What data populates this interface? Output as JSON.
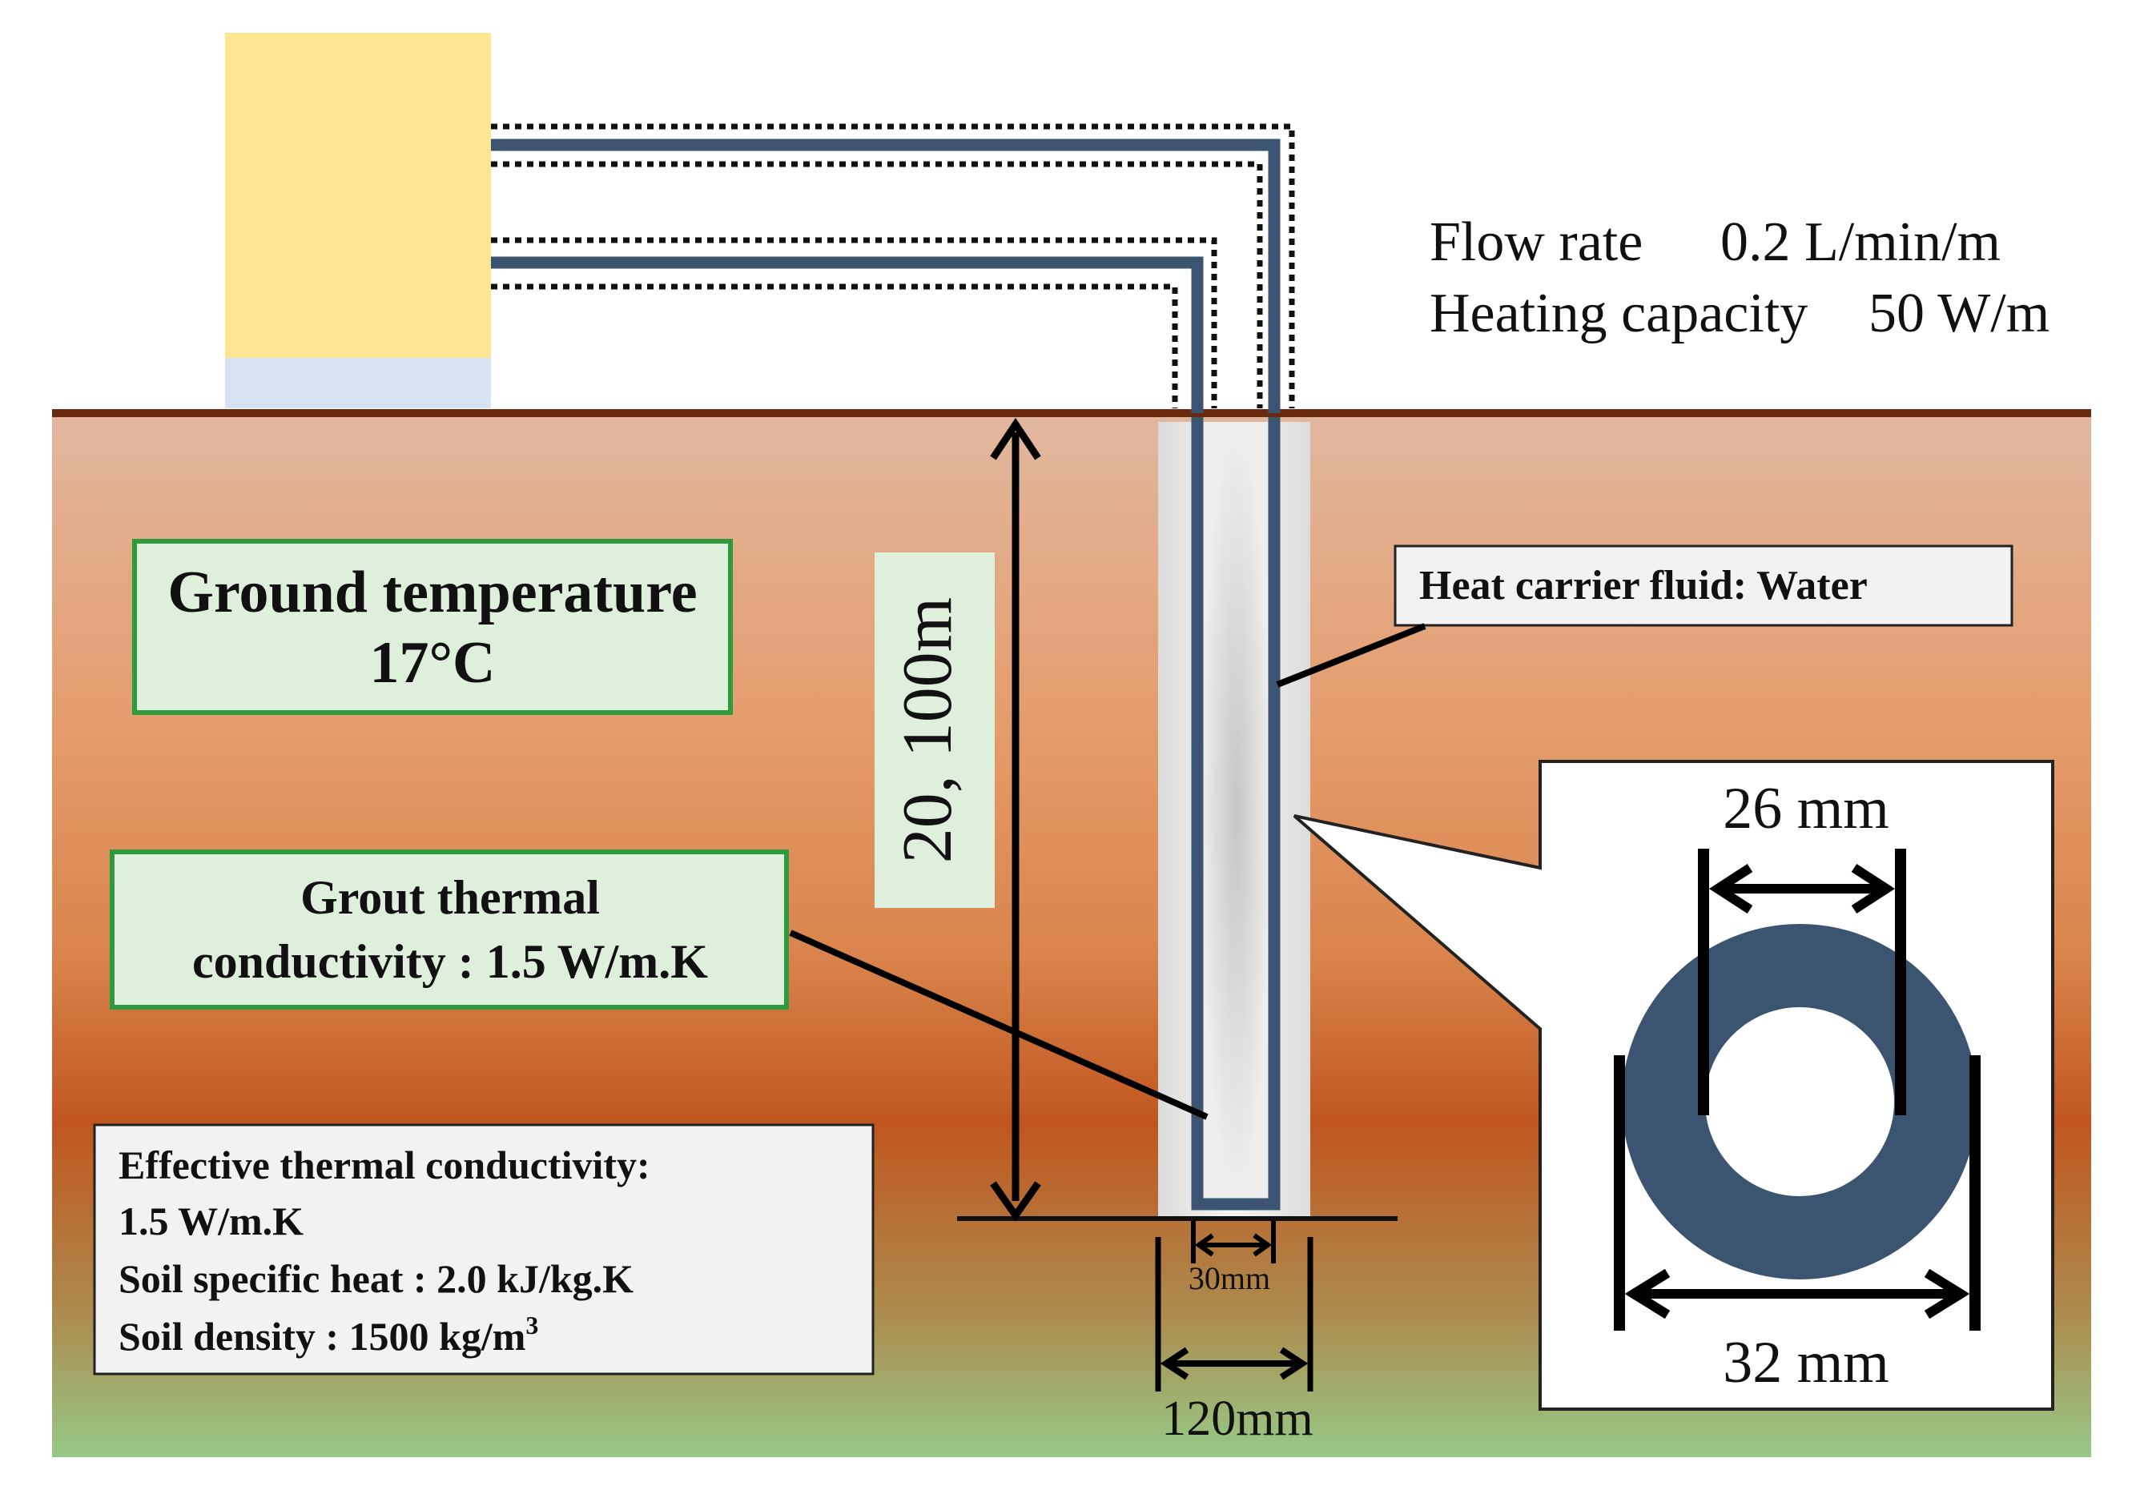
{
  "parameters": {
    "flow_rate_label": "Flow rate",
    "flow_rate_value": "0.2 L/min/m",
    "heating_capacity_label": "Heating capacity",
    "heating_capacity_value": "50 W/m"
  },
  "ground_temperature": {
    "line1": "Ground temperature",
    "line2": "17°C"
  },
  "grout": {
    "line1": "Grout thermal",
    "line2": "conductivity : 1.5 W/m.K"
  },
  "soil": {
    "line1": "Effective thermal conductivity:",
    "line2": "1.5 W/m.K",
    "line3": "Soil specific heat : 2.0 kJ/kg.K",
    "line4": "Soil density : 1500 kg/m",
    "line4_sup": "3"
  },
  "depth_label": "20, 100m",
  "fluid_label": "Heat carrier  fluid: Water",
  "dimensions": {
    "pipe_spacing": "30mm",
    "borehole_diameter": "120mm",
    "inner_diameter": "26 mm",
    "outer_diameter": "32 mm"
  },
  "colors": {
    "pipe": "#3b5570",
    "building_top": "#fde592",
    "building_base": "#d7e3f3",
    "label_box_fill": "#deefdb",
    "label_box_border": "#2d9a3c",
    "ground_surface": "#6b2a0e"
  }
}
